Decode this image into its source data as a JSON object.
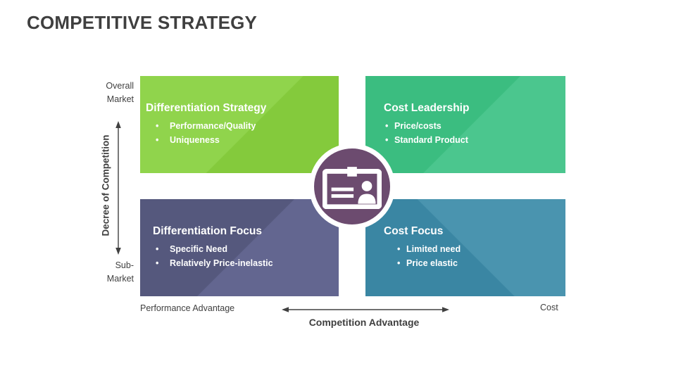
{
  "slide": {
    "title": "COMPETITIVE STRATEGY"
  },
  "colors": {
    "title_text": "#3F3F3F",
    "axis_text": "#404040",
    "box_text": "#FFFFFF",
    "center_badge": "#6C4B6F",
    "center_ring": "#FFFFFF",
    "arrow": "#404040"
  },
  "matrix": {
    "center_icon": "id-badge-icon",
    "quadrants": [
      {
        "title": "Differentiation Strategy",
        "bullets": [
          "Performance/Quality",
          "Uniqueness"
        ],
        "base": "#84CA3C",
        "light": "#90D44C"
      },
      {
        "title": "Cost Leadership",
        "bullets": [
          "Price/costs",
          "Standard Product"
        ],
        "base": "#3BBD80",
        "light": "#4BC68E"
      },
      {
        "title": "Differentiation Focus",
        "bullets": [
          "Specific Need",
          "Relatively Price-inelastic"
        ],
        "base": "#55587D",
        "light": "#636690"
      },
      {
        "title": "Cost Focus",
        "bullets": [
          "Limited need",
          "Price elastic"
        ],
        "base": "#3A86A3",
        "light": "#4A94AF"
      }
    ]
  },
  "y_axis": {
    "top_label": "Overall\nMarket",
    "bottom_label": "Sub-\nMarket",
    "axis_label": "Decree of Competition"
  },
  "x_axis": {
    "left_label": "Performance Advantage",
    "right_label": "Cost",
    "axis_label": "Competition Advantage"
  }
}
